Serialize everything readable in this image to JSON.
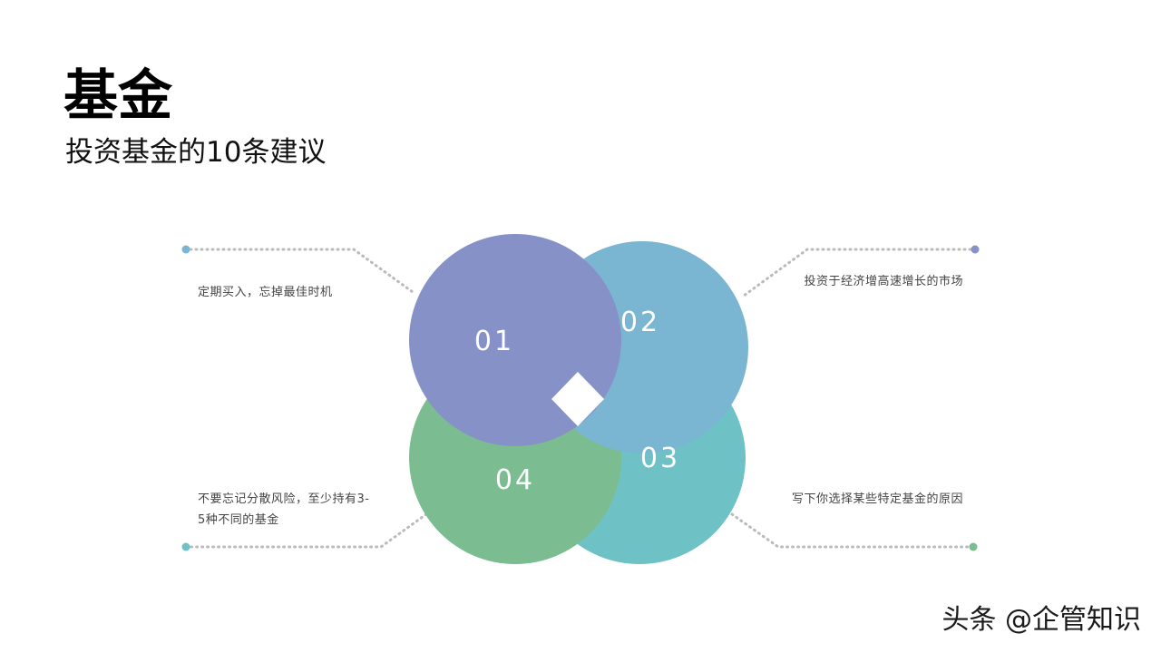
{
  "header": {
    "title": "基金",
    "subtitle": "投资基金的10条建议"
  },
  "diagram": {
    "items": [
      {
        "number": "01",
        "text": "定期买入，忘掉最佳时机",
        "color": "#8691C7"
      },
      {
        "number": "02",
        "text": "投资于经济增高速增长的市场",
        "color": "#7AB5D2"
      },
      {
        "number": "03",
        "text": "写下你选择某些特定基金的原因",
        "color": "#6EC2C6"
      },
      {
        "number": "04",
        "text": "不要忘记分散风险，至少持有3-5种不同的基金",
        "color": "#7BBD90"
      }
    ],
    "connector_color": "#BBBBBB"
  },
  "watermark": "头条 @企管知识"
}
